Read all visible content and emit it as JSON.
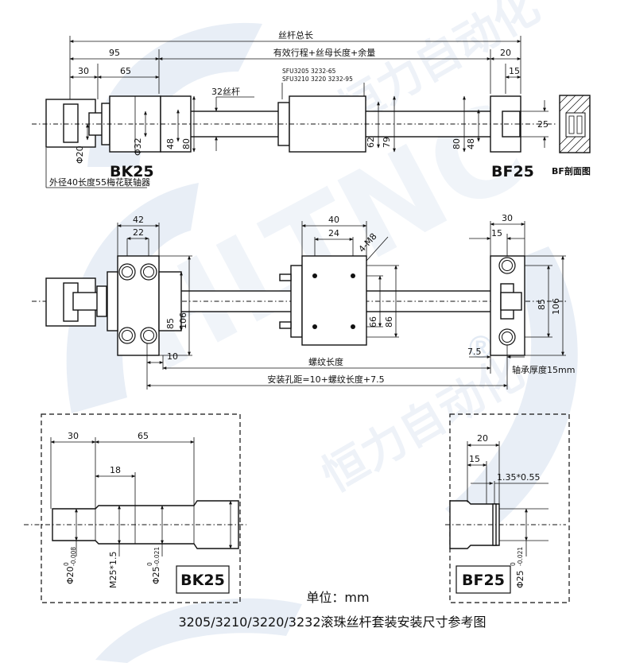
{
  "top_view": {
    "total_length_label": "丝杆总长",
    "effective_label": "有效行程+丝母长度+余量",
    "dim_95": "95",
    "dim_30": "30",
    "dim_65": "65",
    "dim_20_right": "20",
    "dim_15_right": "15",
    "shaft_label": "32丝杆",
    "nut_spec_line1": "SFU3205 3232-65",
    "nut_spec_line2": "SFU3210 3220 3232-95",
    "dim_phi20": "Φ20",
    "dim_phi32": "Φ32",
    "dim_48_left": "48",
    "dim_80_left": "80",
    "dim_62": "62",
    "dim_79": "79",
    "dim_80_right": "80",
    "dim_48_right": "48",
    "dim_25": "25",
    "bk_label": "BK25",
    "bf_label": "BF25",
    "bf_section_label": "BF剖面图",
    "coupling_note": "外径40长度55梅花联轴器"
  },
  "plan_view": {
    "dim_42": "42",
    "dim_22": "22",
    "dim_40": "40",
    "dim_24": "24",
    "hole_label": "4-M8",
    "dim_30": "30",
    "dim_15": "15",
    "dim_85_left": "85",
    "dim_106_left": "106",
    "dim_66": "66",
    "dim_86": "86",
    "dim_85_right": "85",
    "dim_106_right": "106",
    "dim_10": "10",
    "dim_7_5": "7.5",
    "thread_length_label": "螺纹长度",
    "mount_pitch_label": "安装孔距=10+螺纹长度+7.5",
    "bearing_thickness_label": "轴承厚度15mm"
  },
  "bk_detail": {
    "dim_30": "30",
    "dim_65": "65",
    "dim_18": "18",
    "dia_20": "Φ20",
    "dia_20_tol_upper": "0",
    "dia_20_tol_lower": "-0.008",
    "thread": "M25*1.5",
    "dia_25": "Φ25",
    "dia_25_tol_upper": "0",
    "dia_25_tol_lower": "-0.021",
    "label": "BK25"
  },
  "bf_detail": {
    "dim_20": "20",
    "dim_15": "15",
    "groove": "1.35*0.55",
    "dia_25": "Φ25",
    "dia_25_tol_upper": "0",
    "dia_25_tol_lower": "-0.021",
    "label": "BF25"
  },
  "footer": {
    "unit_label": "单位：mm",
    "caption": "3205/3210/3220/3232滚珠丝杆套装安装尺寸参考图"
  },
  "watermark": {
    "brand_letters": "HLTNC",
    "cn_text": "恒力自动化",
    "registered_mark": "®"
  },
  "colors": {
    "line": "#111111",
    "watermark": "#1e5aa8"
  }
}
